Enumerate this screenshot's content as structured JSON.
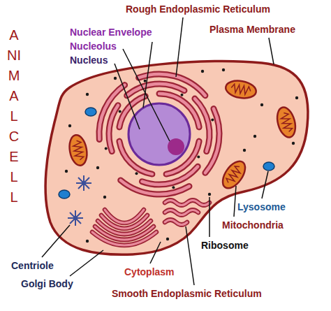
{
  "diagram": {
    "title": "ANIMAL CELL",
    "labels": [
      "Rough Endoplasmic Reticulum",
      "Plasma Membrane",
      "Nuclear Envelope",
      "Nucleolus",
      "Nucleus",
      "Lysosome",
      "Mitochondria",
      "Ribosome",
      "Centriole",
      "Cytoplasm",
      "Golgi Body",
      "Smooth Endoplasmic Reticulum"
    ]
  }
}
